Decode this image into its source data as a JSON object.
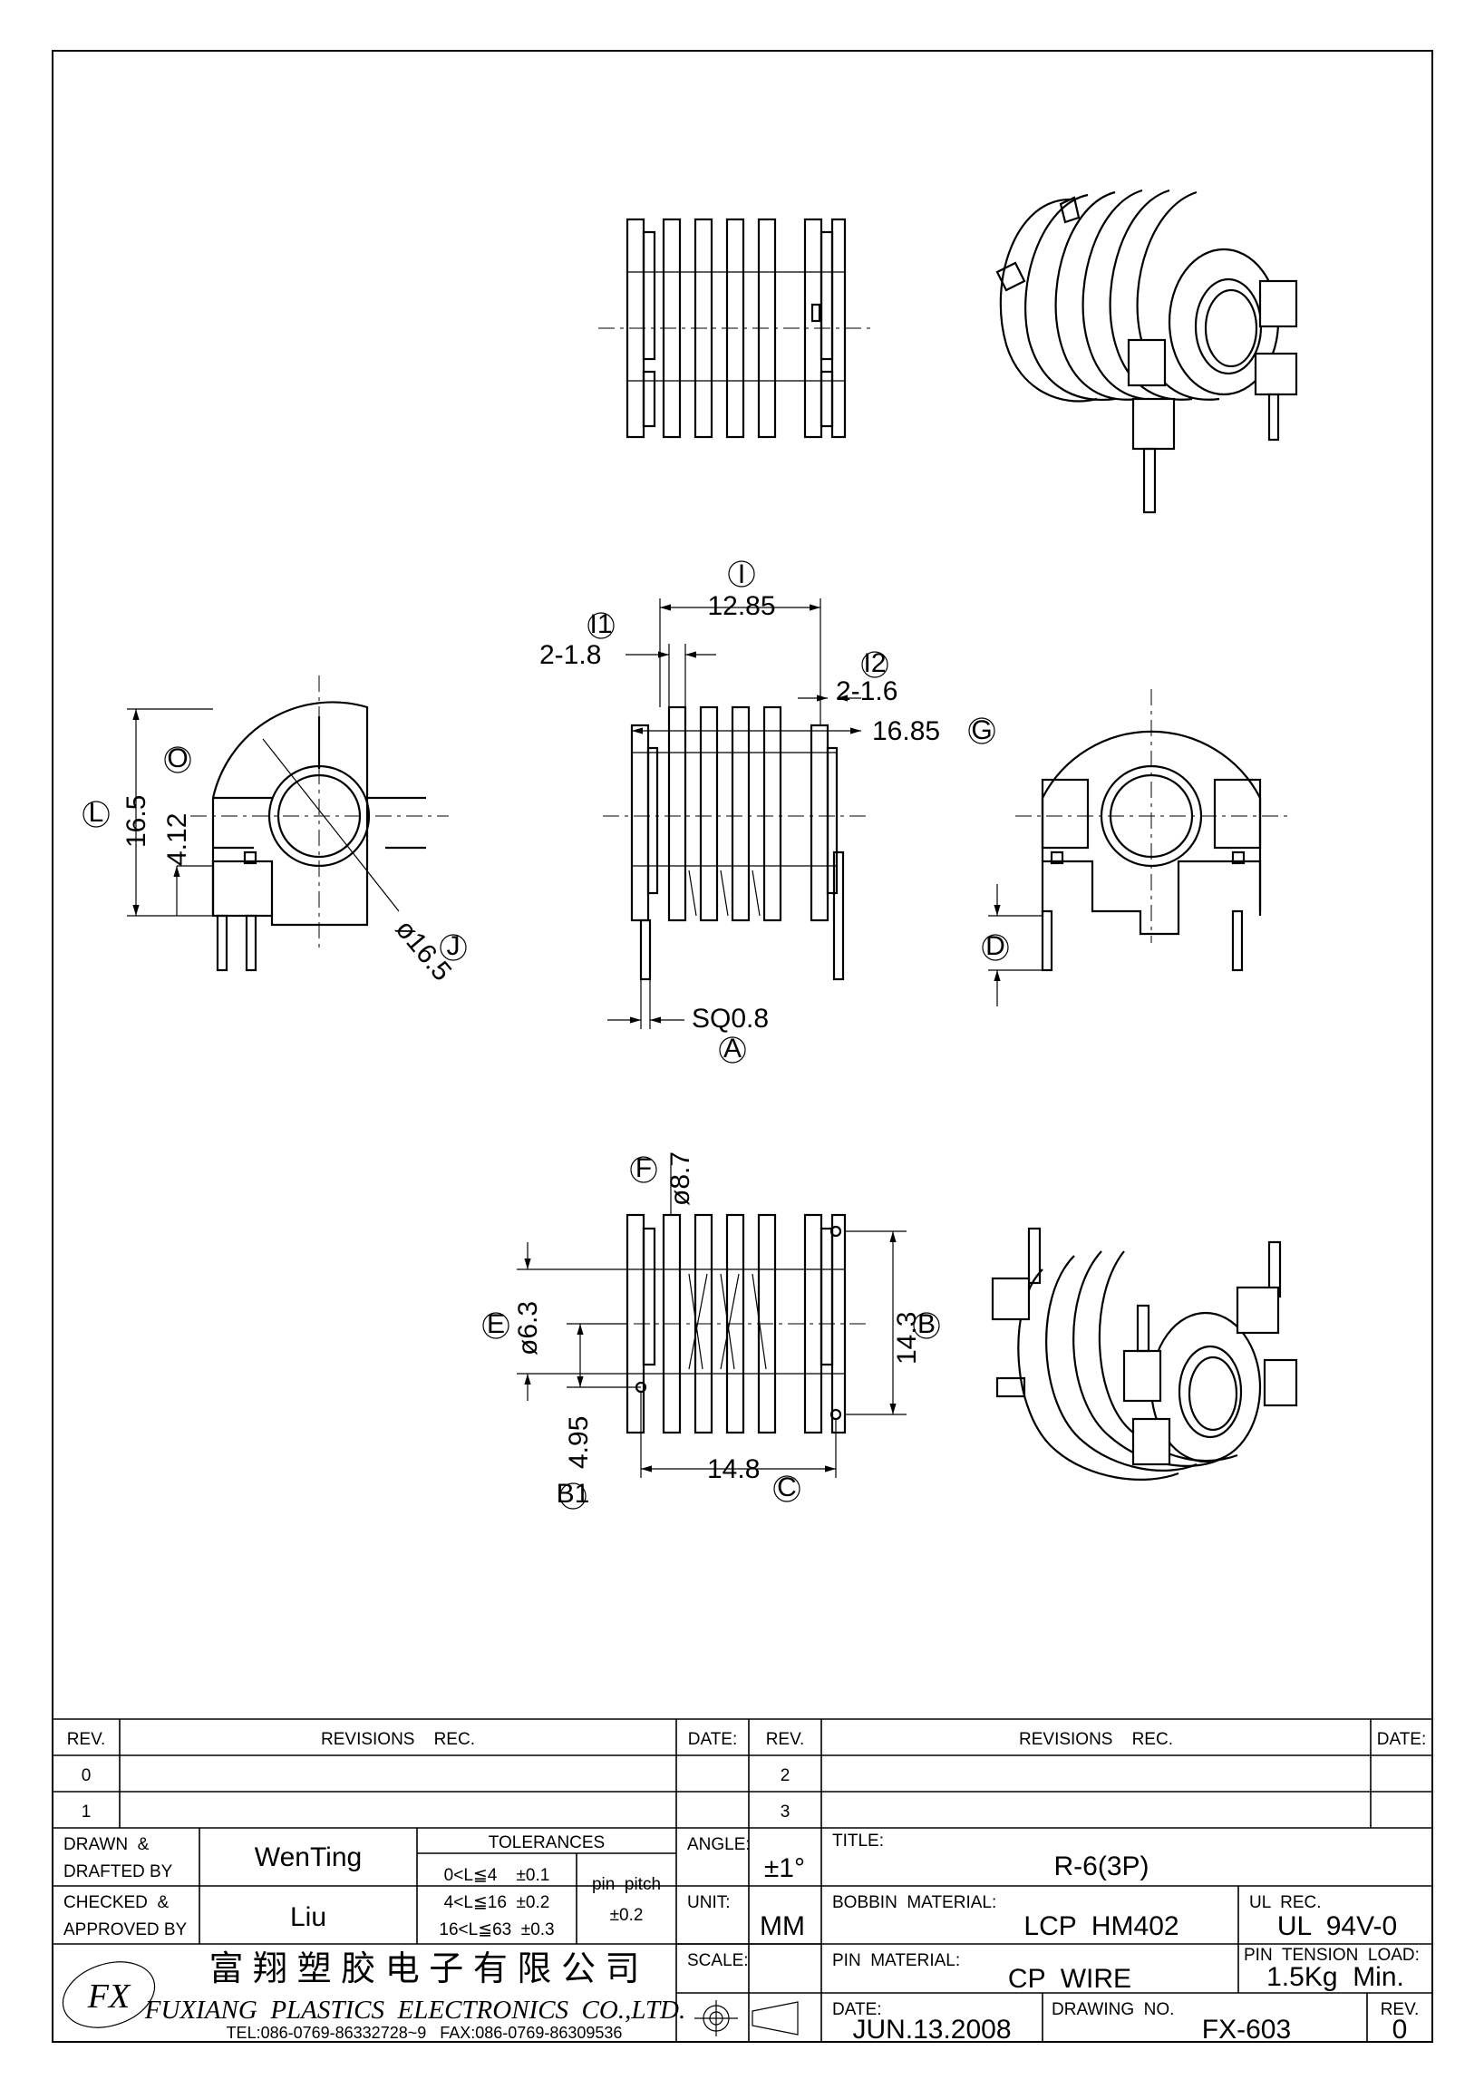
{
  "drawing": {
    "dimensions": {
      "dim_I_label": "I",
      "dim_I_value": "12.85",
      "dim_I1_label": "I1",
      "dim_I1_value": "2-1.8",
      "dim_I2_label": "I2",
      "dim_I2_value": "2-1.6",
      "dim_G_label": "G",
      "dim_G_value": "16.85",
      "dim_L_label": "L",
      "dim_L_value": "16.5",
      "dim_O_label": "O",
      "dim_O_value": "4.12",
      "dim_J_label": "J",
      "dim_J_value": "ø16.5",
      "dim_A_label": "A",
      "dim_A_value": "SQ0.8",
      "dim_D_label": "D",
      "dim_F_label": "F",
      "dim_F_value": "ø8.7",
      "dim_E_label": "E",
      "dim_E_value": "ø6.3",
      "dim_B_label": "B",
      "dim_B_value": "14.3",
      "dim_B1_label": "B1",
      "dim_B1_value": "4.95",
      "dim_C_label": "C",
      "dim_C_value": "14.8"
    }
  },
  "title_block": {
    "rev_header": "REV.",
    "revisions_header": "REVISIONS    REC.",
    "date_header": "DATE:",
    "rev_rows_left": [
      "0",
      "1"
    ],
    "rev_rows_right": [
      "2",
      "3"
    ],
    "drawn_label_1": "DRAWN  &",
    "drawn_label_2": "DRAFTED BY",
    "drawn_value": "WenTing",
    "checked_label_1": "CHECKED  &",
    "checked_label_2": "APPROVED BY",
    "checked_value": "Liu",
    "tolerances_header": "TOLERANCES",
    "tol_1": "0<L≦4    ±0.1",
    "tol_2": "4<L≦16  ±0.2",
    "tol_3": "16<L≦63  ±0.3",
    "pin_pitch_label": "pin  pitch",
    "pin_pitch_value": "±0.2",
    "angle_label": "ANGLE:",
    "angle_value": "±1°",
    "unit_label": "UNIT:",
    "unit_value": "MM",
    "scale_label": "SCALE:",
    "title_label": "TITLE:",
    "title_value": "R-6(3P)",
    "bobbin_label": "BOBBIN  MATERIAL:",
    "bobbin_value": "LCP  HM402",
    "ul_label": "UL  REC.",
    "ul_value": "UL  94V-0",
    "pin_material_label": "PIN  MATERIAL:",
    "pin_material_value": "CP  WIRE",
    "pin_tension_label": "PIN  TENSION  LOAD:",
    "pin_tension_value": "1.5Kg  Min.",
    "date_label": "DATE:",
    "date_value": "JUN.13.2008",
    "drawing_no_label": "DRAWING  NO.",
    "drawing_no_value": "FX-603",
    "rev_label": "REV.",
    "rev_value": "0",
    "company_cn": "富 翔 塑 胶 电 子 有 限 公 司",
    "company_en": "FUXIANG  PLASTICS  ELECTRONICS  CO.,LTD.",
    "company_contact": "TEL:086-0769-86332728~9   FAX:086-0769-86309536",
    "logo_text": "FX"
  }
}
